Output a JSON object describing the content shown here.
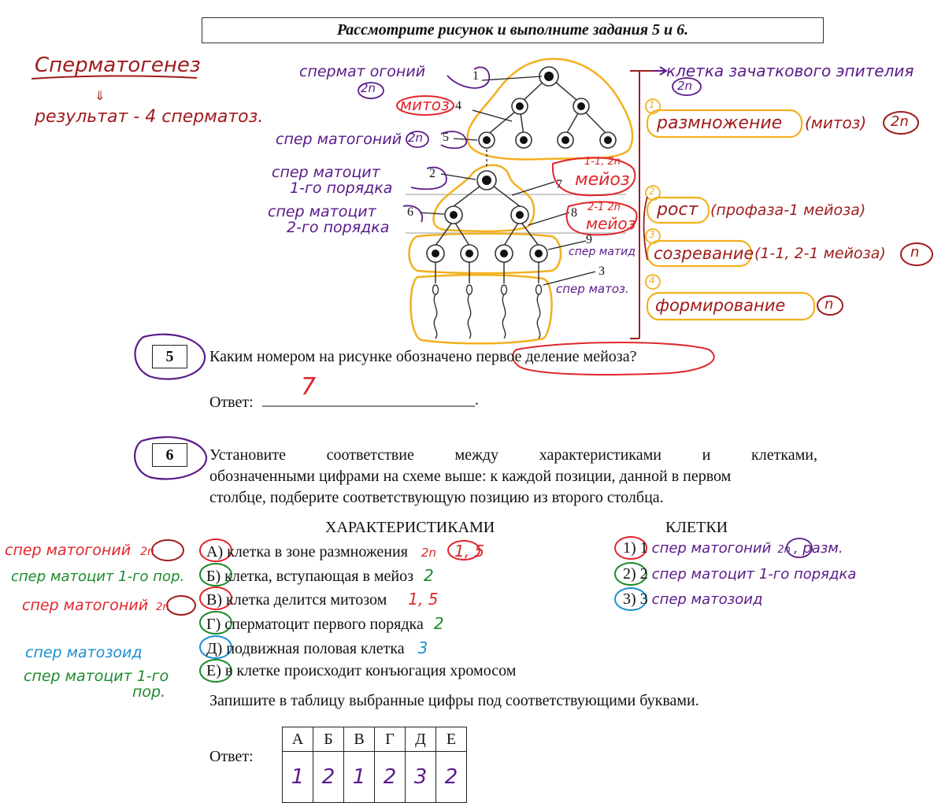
{
  "header": "Рассмотрите рисунок и выполните задания 5 и 6.",
  "figure_labels": [
    "1",
    "2",
    "3",
    "4",
    "5",
    "6",
    "7",
    "8",
    "9"
  ],
  "notes": {
    "title": "Сперматогенез",
    "arrow": "⇓",
    "result": "результат - 4 сперматоз.",
    "zone_cell": "клетка зачаткового эпителия",
    "zone_cell_ploidy": "2n",
    "l1": "спермат огоний",
    "l1_ploidy": "2n",
    "mitoz": "митоз",
    "l5": "спер матогоний",
    "l5_ploidy": "2n",
    "l2a": "спер матоцит",
    "l2b": "1-го порядка",
    "l6a": "спер матоцит",
    "l6b": "2-го порядка",
    "m1a": "1-1, 2n",
    "m1b": "мейоз",
    "m2a": "2-1 2n",
    "m2b": "мейоз",
    "l9": "спер матид",
    "l3": "спер матоз.",
    "z1": "1",
    "zone1": "размножение",
    "zone1b": "(митоз)",
    "zone1_ploidy": "2n",
    "z2": "2",
    "zone2": "рост",
    "zone2b": "(профаза-1 мейоза)",
    "z3": "3",
    "zone3": "созревание",
    "zone3b": "(1-1, 2-1 мейоза)",
    "zone3_ploidy": "n",
    "z4": "4",
    "zone4": "формирование",
    "zone4_ploidy": "n"
  },
  "task5": {
    "number": "5",
    "question_a": "Каким номером на рисунке обозначено ",
    "question_b": "первое деление мейоза?",
    "answer_label": "Ответ:",
    "answer_line": "___________________________.",
    "handwritten": "7"
  },
  "task6": {
    "number": "6",
    "text_line1": "Установите соответствие между характеристиками и клетками,",
    "text_line2": "обозначенными цифрами на схеме выше: к каждой позиции, данной в первом",
    "text_line3": "столбце, подберите соответствующую позицию из второго столбца.",
    "col1_header": "ХАРАКТЕРИСТИКАМИ",
    "col2_header": "КЛЕТКИ",
    "items": [
      {
        "letter": "А)",
        "text": "клетка в зоне размножения",
        "note": "2n",
        "hw": "1, 5",
        "side": "спер матогоний",
        "side_note": "2n"
      },
      {
        "letter": "Б)",
        "text": "клетка, вступающая в мейоз",
        "hw": "2",
        "side": "спер матоцит 1-го пор."
      },
      {
        "letter": "В)",
        "text": "клетка делится митозом",
        "hw": "1, 5",
        "side": "спер матогоний",
        "side_note": "2n"
      },
      {
        "letter": "Г)",
        "text": "сперматоцит первого порядка",
        "hw": "2"
      },
      {
        "letter": "Д)",
        "text": "подвижная половая клетка",
        "hw": "3",
        "side": "спер матозоид"
      },
      {
        "letter": "Е)",
        "text": "в клетке происходит конъюгация хромосом",
        "side": "спер матоцит 1-го",
        "side2": "пор."
      }
    ],
    "cells": [
      {
        "num": "1)",
        "label": "1",
        "hw": "спер матогоний",
        "hw_note": "2n",
        "hw_tail": ", разм."
      },
      {
        "num": "2)",
        "label": "2",
        "hw": "спер матоцит 1-го порядка"
      },
      {
        "num": "3)",
        "label": "3",
        "hw": "спер матозоид"
      }
    ],
    "instruction": "Запишите в таблицу выбранные цифры под соответствующими буквами.",
    "answer_label": "Ответ:",
    "table_headers": [
      "А",
      "Б",
      "В",
      "Г",
      "Д",
      "Е"
    ],
    "table_values": [
      "1",
      "2",
      "1",
      "2",
      "3",
      "2"
    ]
  },
  "colors": {
    "maroon": "#a01c1c",
    "red": "#e0262b",
    "purple": "#5a1a8a",
    "green": "#1b8a2b",
    "blue": "#1a8fd0",
    "orange": "#f2b020"
  }
}
